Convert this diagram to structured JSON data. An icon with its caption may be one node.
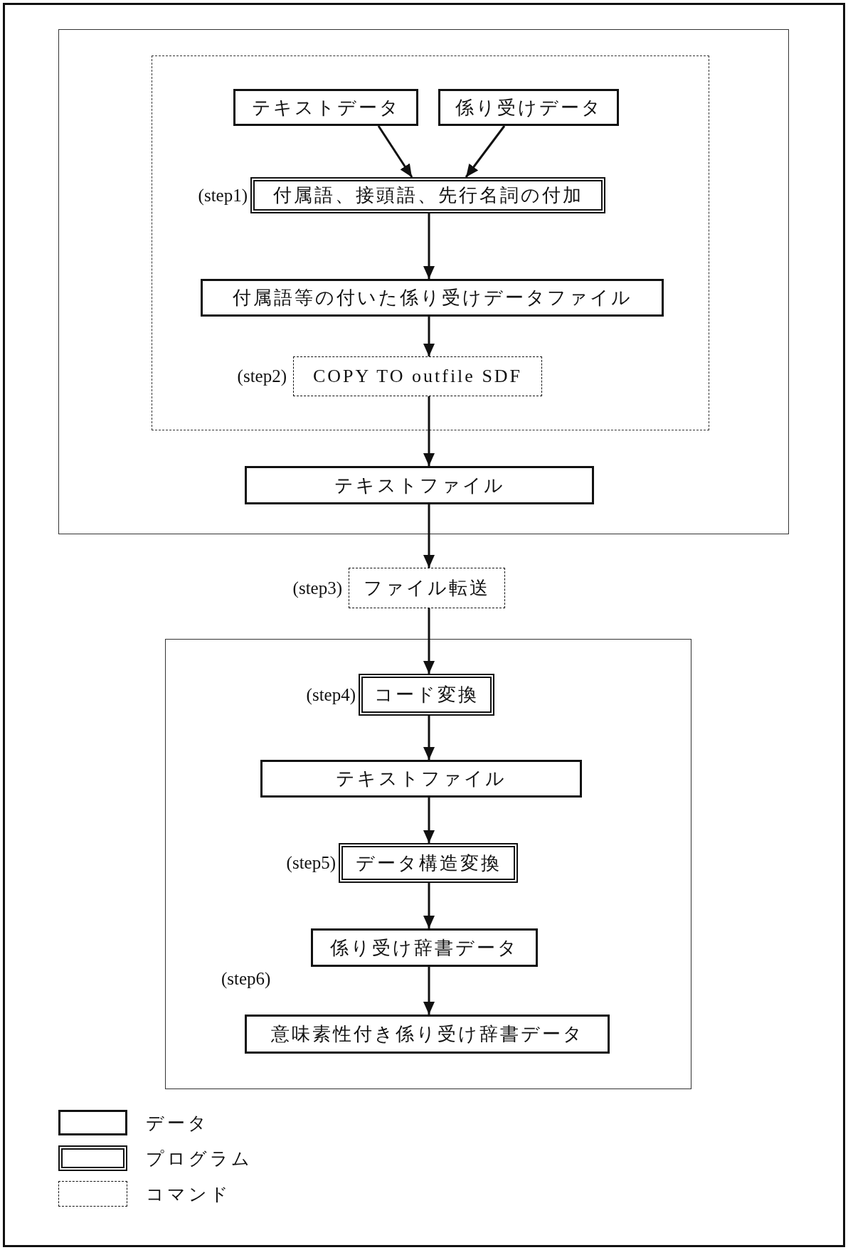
{
  "diagram": {
    "nodes": [
      {
        "text": [],
        "shape": "box"
      },
      {
        "text": [],
        "shape": "box",
        "in": 0
      },
      {
        "text": [
          "テキストデータ"
        ],
        "in": 1
      },
      {
        "text": [
          "係り受けデータ"
        ],
        "in": 1
      },
      {
        "text": [
          "付属語、接頭語、先行名詞の付加"
        ],
        "in": 1,
        "beside": [
          "(step1)"
        ]
      },
      {
        "text": [
          "付属語等の付いた係り受けデータファイル"
        ],
        "in": 1
      },
      {
        "text": [
          "COPY TO outfile SDF"
        ],
        "in": 1,
        "beside": [
          "(step2)"
        ]
      },
      {
        "text": [
          "テキストファイル"
        ],
        "in": 0
      },
      {
        "text": [
          "ファイル転送"
        ],
        "beside": [
          "(step3)"
        ]
      },
      {
        "text": [],
        "shape": "box"
      },
      {
        "text": [
          "コード変換"
        ],
        "in": 9,
        "beside": [
          "(step4)"
        ]
      },
      {
        "text": [
          "テキストファイル"
        ],
        "in": 9
      },
      {
        "text": [
          "データ構造変換"
        ],
        "in": 9,
        "beside": [
          "(step5)"
        ]
      },
      {
        "text": [
          "係り受け辞書データ"
        ],
        "in": 9
      },
      {
        "text": [
          "意味素性付き係り受け辞書データ"
        ],
        "in": 9
      }
    ],
    "edges": [
      {
        "from": 2,
        "to": 4,
        "arrow": "to"
      },
      {
        "from": 3,
        "to": 4,
        "arrow": "to"
      },
      {
        "from": 4,
        "to": 5,
        "arrow": "to"
      },
      {
        "from": 5,
        "to": 6,
        "arrow": "to"
      },
      {
        "from": 6,
        "to": 7,
        "arrow": "to"
      },
      {
        "from": 7,
        "to": 8,
        "arrow": "to"
      },
      {
        "from": 8,
        "to": 10,
        "arrow": "to"
      },
      {
        "from": 10,
        "to": 11,
        "arrow": "to"
      },
      {
        "from": 11,
        "to": 12,
        "arrow": "to"
      },
      {
        "from": 12,
        "to": 13,
        "arrow": "to"
      },
      {
        "from": 13,
        "to": 14,
        "arrow": "to"
      }
    ],
    "labels": [
      "(step6)"
    ],
    "legend": [
      {
        "text": "データ"
      },
      {
        "text": "プログラム"
      },
      {
        "text": "コマンド"
      }
    ]
  }
}
